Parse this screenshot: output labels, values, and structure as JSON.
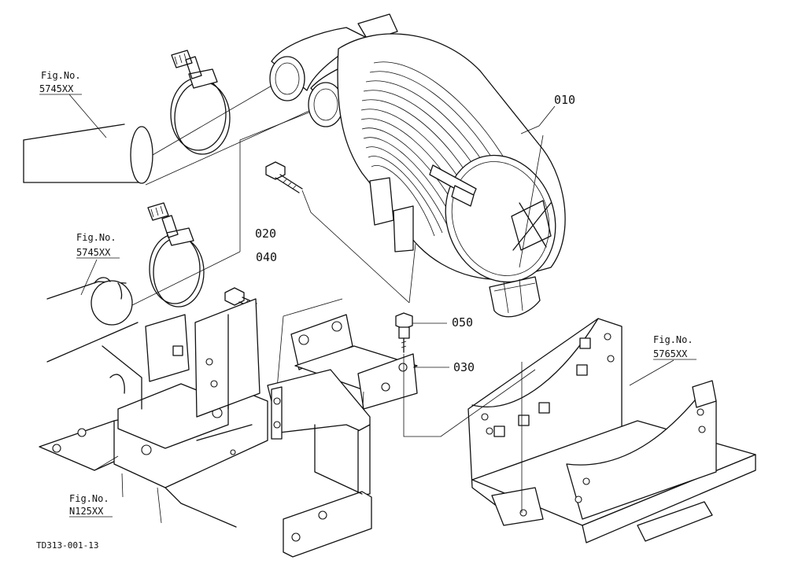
{
  "parts": [
    {
      "id": "010"
    },
    {
      "id": "020"
    },
    {
      "id": "030"
    },
    {
      "id": "040"
    },
    {
      "id": "050"
    }
  ],
  "references": [
    {
      "title": "Fig.No.",
      "code": "5745XX"
    },
    {
      "title": "Fig.No.",
      "code": "5745XX"
    },
    {
      "title": "Fig.No.",
      "code": "5765XX"
    },
    {
      "title": "Fig.No.",
      "code": "N125XX"
    }
  ],
  "drawing_code": "TD313-001-13"
}
